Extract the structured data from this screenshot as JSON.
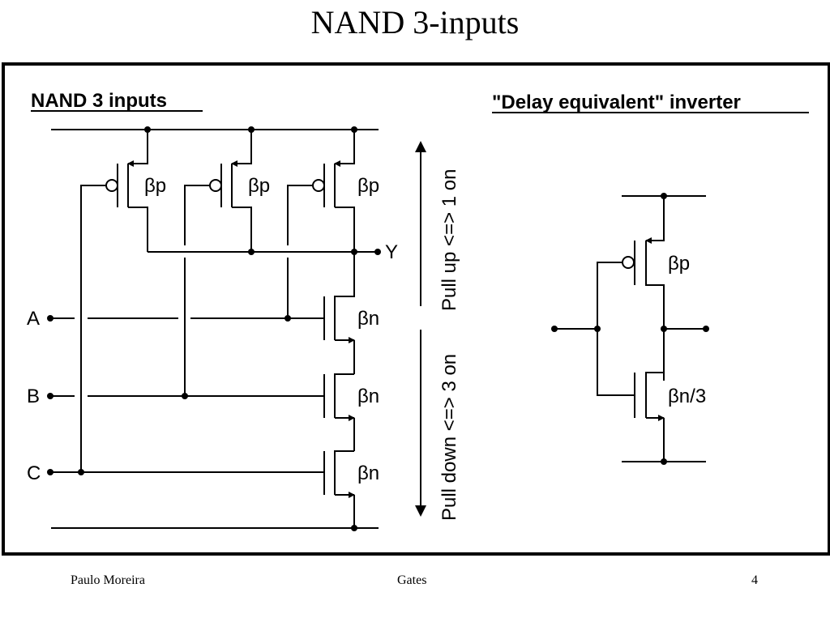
{
  "slide": {
    "title": "NAND 3-inputs"
  },
  "left_panel": {
    "heading": "NAND 3 inputs",
    "pmos_labels": [
      "βp",
      "βp",
      "βp"
    ],
    "nmos_labels": [
      "βn",
      "βn",
      "βn"
    ],
    "inputs": [
      "A",
      "B",
      "C"
    ],
    "output": "Y"
  },
  "annotation": {
    "pull_up": "Pull up <=> 1 on",
    "pull_down": "Pull down <=> 3 on"
  },
  "right_panel": {
    "heading": "\"Delay equivalent\" inverter",
    "pmos_label": "βp",
    "nmos_label": "βn/3"
  },
  "footer": {
    "author": "Paulo Moreira",
    "topic": "Gates",
    "page_number": "4"
  }
}
